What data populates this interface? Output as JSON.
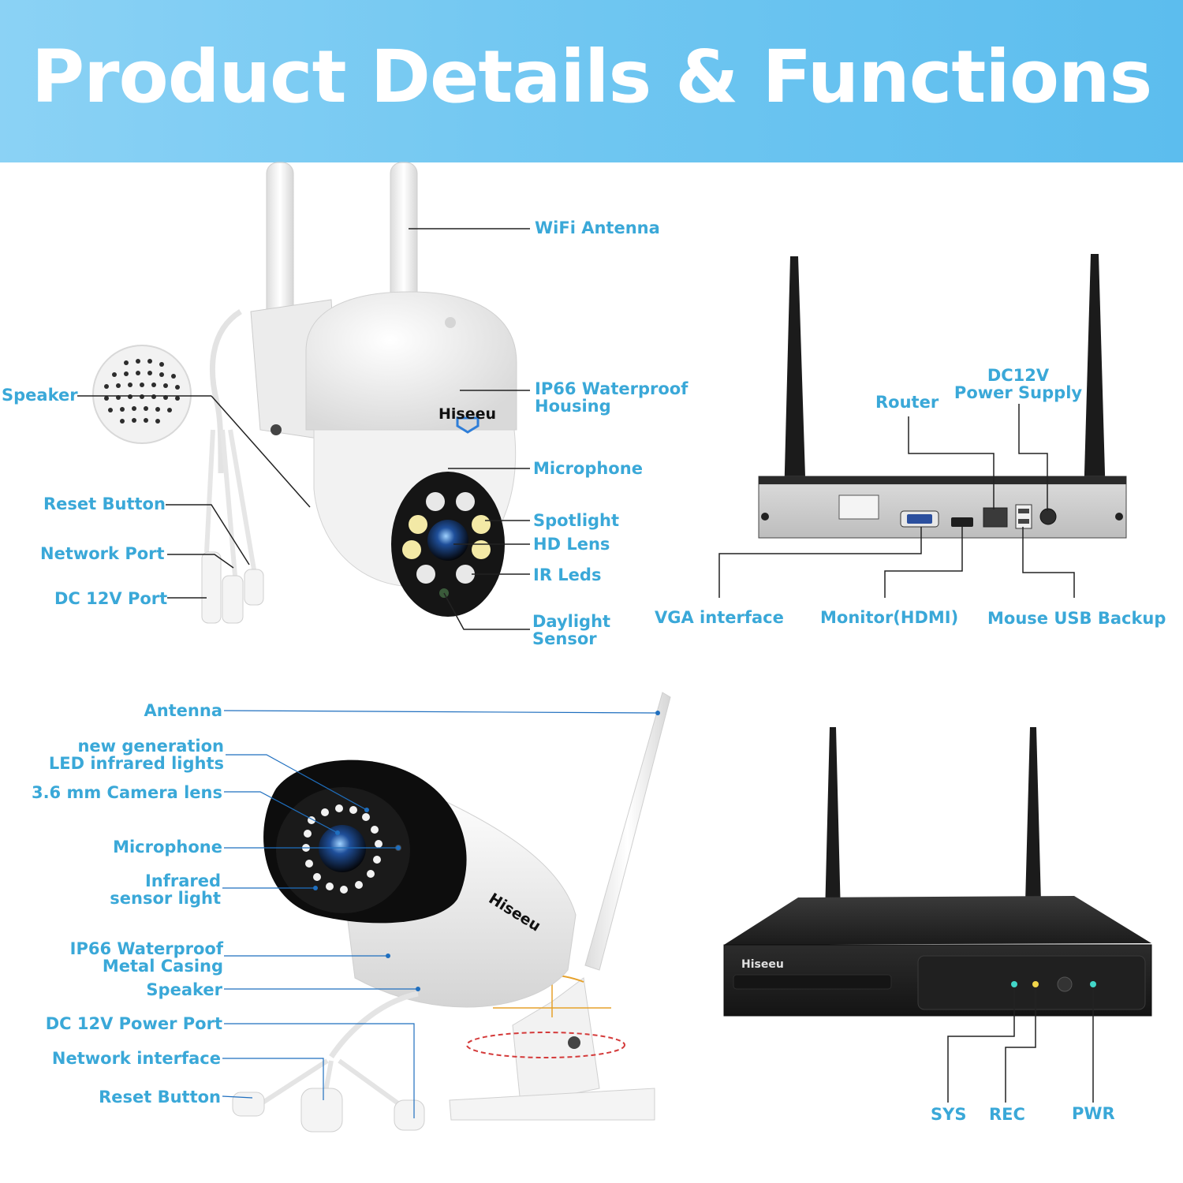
{
  "header": {
    "title": "Product Details & Functions",
    "background_color": "#6fc6f1",
    "text_color": "#ffffff"
  },
  "label_color": "#3aa8d8",
  "ptz_camera": {
    "brand": "Hiseeu",
    "labels": {
      "wifi_antenna": "WiFi Antenna",
      "speaker": "Speaker",
      "waterproof_1": "IP66 Waterproof",
      "waterproof_2": "Housing",
      "microphone": "Microphone",
      "reset_button": "Reset Button",
      "spotlight": "Spotlight",
      "network_port": "Network Port",
      "hd_lens": "HD Lens",
      "ir_leds": "IR Leds",
      "dc_port": "DC 12V Port",
      "daylight_1": "Daylight",
      "daylight_2": "Sensor"
    }
  },
  "nvr_rear": {
    "labels": {
      "router": "Router",
      "dc_power_1": "DC12V",
      "dc_power_2": "Power Supply",
      "vga": "VGA interface",
      "hdmi": "Monitor(HDMI)",
      "usb": "Mouse USB Backup"
    }
  },
  "bullet_camera": {
    "brand": "Hiseeu",
    "labels": {
      "antenna": "Antenna",
      "led_1": "new generation",
      "led_2": "LED infrared lights",
      "lens": "3.6 mm Camera lens",
      "microphone": "Microphone",
      "infrared_1": "Infrared",
      "infrared_2": "sensor light",
      "casing_1": "IP66 Waterproof",
      "casing_2": "Metal Casing",
      "speaker": "Speaker",
      "power_port": "DC 12V Power Port",
      "network": "Network interface",
      "reset": "Reset Button"
    }
  },
  "nvr_front": {
    "brand": "Hiseeu",
    "labels": {
      "sys": "SYS",
      "rec": "REC",
      "pwr": "PWR"
    }
  }
}
